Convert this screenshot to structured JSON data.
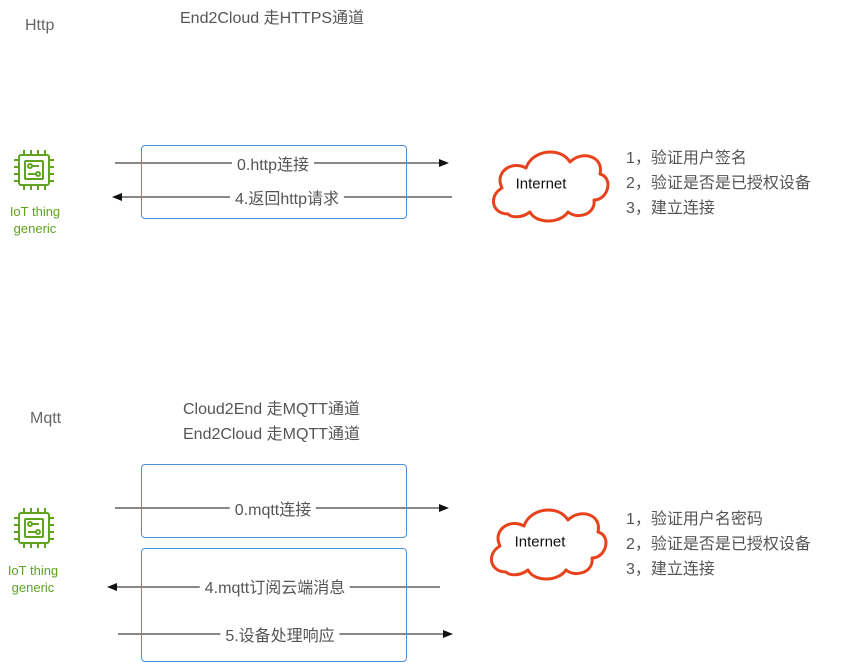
{
  "http_section": {
    "label": "Http",
    "title": "End2Cloud 走HTTPS通道",
    "device": {
      "icon": "iot-chip-icon",
      "line1": "IoT thing",
      "line2": "generic"
    },
    "connections": [
      {
        "label": "0.http连接",
        "direction": "to-cloud"
      },
      {
        "label": "4.返回http请求",
        "direction": "to-device"
      }
    ],
    "cloud": {
      "icon": "internet-cloud-icon",
      "label": "Internet"
    },
    "steps": [
      "1，验证用户签名",
      "2，验证是否是已授权设备",
      "3，建立连接"
    ]
  },
  "mqtt_section": {
    "label": "Mqtt",
    "title_line1": "Cloud2End 走MQTT通道",
    "title_line2": "End2Cloud 走MQTT通道",
    "device": {
      "icon": "iot-chip-icon",
      "line1": "IoT thing",
      "line2": "generic"
    },
    "connections": [
      {
        "label": "0.mqtt连接",
        "direction": "to-cloud"
      },
      {
        "label": "4.mqtt订阅云端消息",
        "direction": "to-device"
      },
      {
        "label": "5.设备处理响应",
        "direction": "to-cloud"
      }
    ],
    "cloud": {
      "icon": "internet-cloud-icon",
      "label": "Internet"
    },
    "steps": [
      "1，验证用户名密码",
      "2，验证是否是已授权设备",
      "3，建立连接"
    ]
  },
  "colors": {
    "device_green": "#5fa321",
    "frame_blue": "#4a90d9",
    "cloud_red": "#e8421c",
    "arrow": "#111111",
    "text": "#555555"
  }
}
